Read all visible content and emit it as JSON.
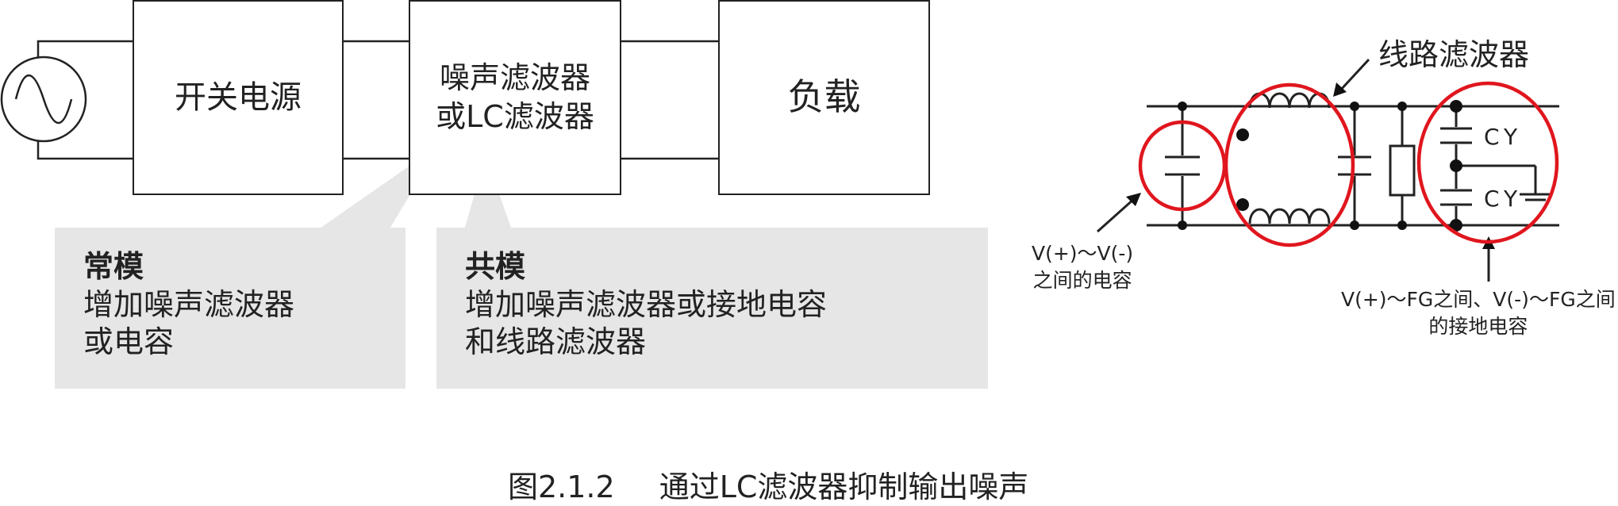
{
  "blocks": {
    "power": "开关电源",
    "filter": "噪声滤波器\n或LC滤波器",
    "load": "负载"
  },
  "callouts": {
    "normal": {
      "title": "常模",
      "text": "增加噪声滤波器\n或电容"
    },
    "common": {
      "title": "共模",
      "text": "增加噪声滤波器或接地电容\n和线路滤波器"
    }
  },
  "circuit": {
    "line_filter_label": "线路滤波器",
    "cy1": "CY",
    "cy2": "CY",
    "vv_label": "V(+)～V(-)\n之间的电容",
    "fg_label": "V(+)～FG之间、V(-)～FG之间\n的接地电容",
    "highlight_color": "#e0161e"
  },
  "caption": {
    "figure_no": "图2.1.2",
    "title": "通过LC滤波器抑制输出噪声"
  }
}
